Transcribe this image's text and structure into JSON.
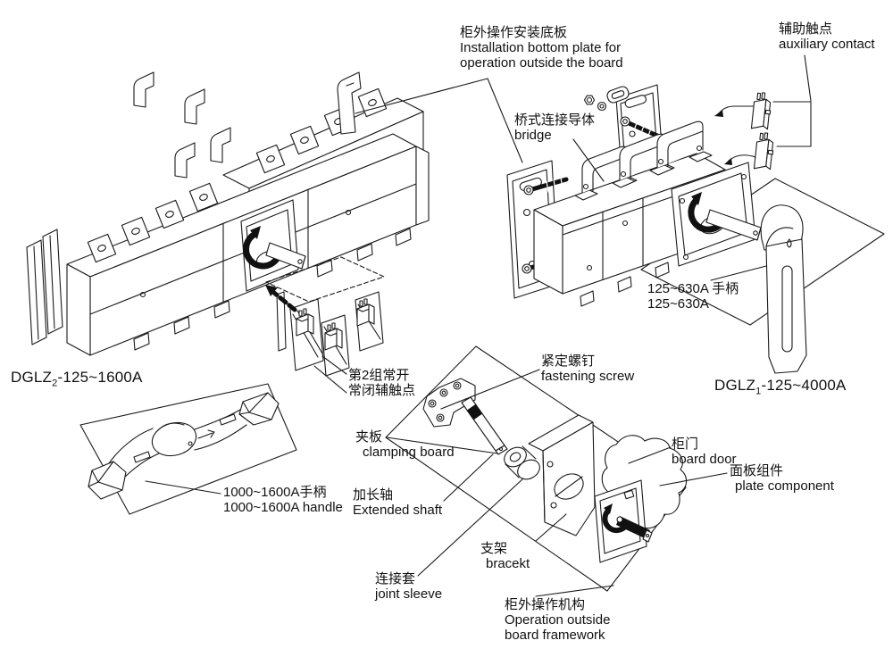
{
  "colors": {
    "ink": "#1a1a1a",
    "background": "#ffffff",
    "solid_black": "#111111"
  },
  "diagram_title": "DGLZ transfer switch installation diagram",
  "labels": {
    "install_plate": {
      "zh": "柜外操作安装底板",
      "en1": "Installation bottom plate for",
      "en2": "operation outside the board"
    },
    "aux_contact": {
      "zh": "辅助触点",
      "en": "auxiliary contact"
    },
    "bridge": {
      "zh": "桥式连接导体",
      "en": "bridge"
    },
    "handle_630": {
      "line1": "125~630A 手柄",
      "line2": "125~630A"
    },
    "model_left": {
      "prefix": "DGLZ",
      "sub": "2",
      "suffix": "-125~1600A"
    },
    "model_right": {
      "prefix": "DGLZ",
      "sub": "1",
      "suffix": "-125~4000A"
    },
    "aux_group2": {
      "line1": "第2组常开",
      "line2": "常闭辅触点"
    },
    "fastening_screw": {
      "zh": "紧定螺钉",
      "en": "fastening screw"
    },
    "clamping_board": {
      "zh": "夹板",
      "en": "clamping board"
    },
    "extended_shaft": {
      "zh": "加长轴",
      "en": "Extended shaft"
    },
    "handle_1600": {
      "line1": "1000~1600A手柄",
      "line2": "1000~1600A handle"
    },
    "board_door": {
      "zh": "柜门",
      "en": "board door"
    },
    "plate_component": {
      "zh": "面板组件",
      "en": "plate component"
    },
    "bracket": {
      "zh": "支架",
      "en": "bracekt"
    },
    "joint_sleeve": {
      "zh": "连接套",
      "en": "joint sleeve"
    },
    "operation_framework": {
      "zh": "柜外操作机构",
      "en1": "Operation outside",
      "en2": "board framework"
    }
  }
}
